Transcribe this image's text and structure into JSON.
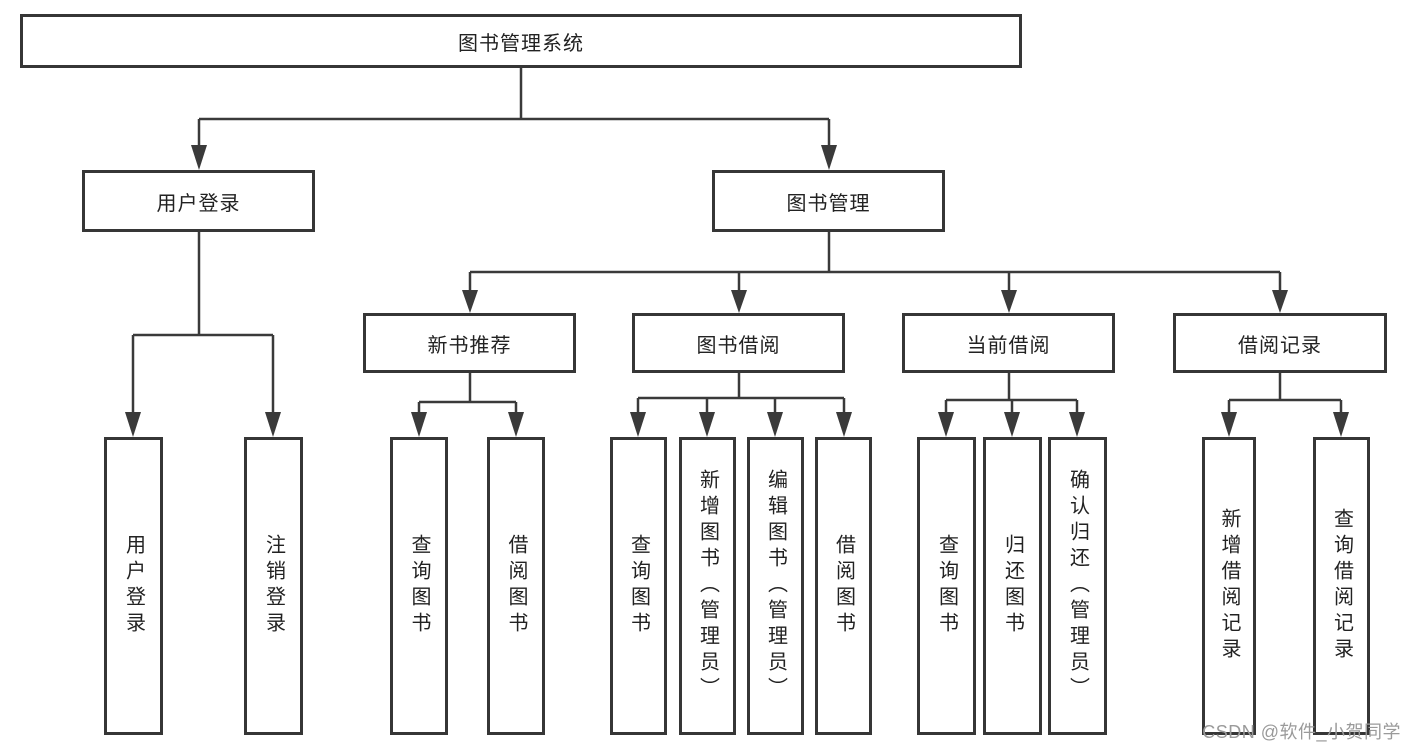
{
  "diagram": {
    "root": {
      "label": "图书管理系统"
    },
    "level2": [
      {
        "label": "用户登录"
      },
      {
        "label": "图书管理"
      }
    ],
    "level3": [
      {
        "label": "新书推荐"
      },
      {
        "label": "图书借阅"
      },
      {
        "label": "当前借阅"
      },
      {
        "label": "借阅记录"
      }
    ],
    "leaves": {
      "user_login": [
        "用户登录",
        "注销登录"
      ],
      "new_book": [
        "查询图书",
        "借阅图书"
      ],
      "book_borrow": [
        "查询图书",
        "新增图书（管理员）",
        "编辑图书（管理员）",
        "借阅图书"
      ],
      "current_borrow": [
        "查询图书",
        "归还图书",
        "确认归还（管理员）"
      ],
      "borrow_records": [
        "新增借阅记录",
        "查询借阅记录"
      ]
    }
  },
  "watermark": {
    "text": "CSDN @软件_小贺同学"
  },
  "colors": {
    "line": "#3a3a3a",
    "border": "#363636",
    "background": "#ffffff",
    "text": "#222222",
    "watermark": "#9a9a9a"
  }
}
